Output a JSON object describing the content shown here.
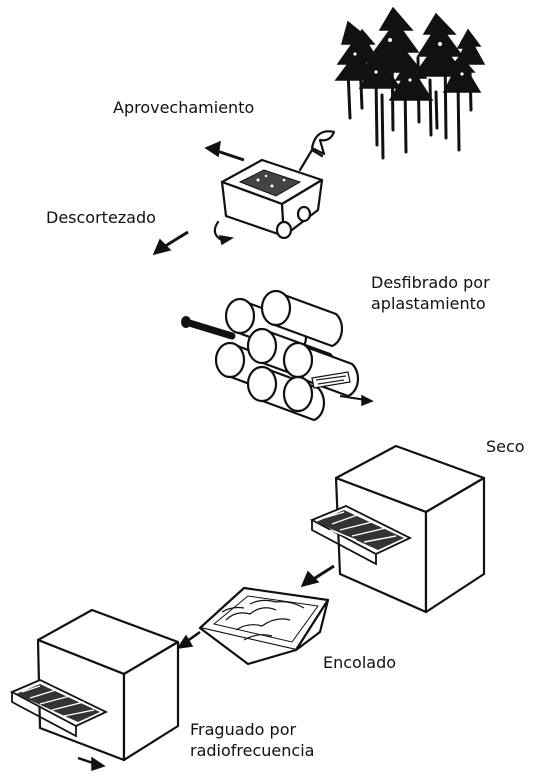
{
  "diagram": {
    "steps": [
      {
        "id": "aprovechamiento",
        "lines": [
          "Aprovechamiento"
        ]
      },
      {
        "id": "descortezado",
        "lines": [
          "Descortezado"
        ]
      },
      {
        "id": "desfibrado",
        "lines": [
          "Desfibrado por",
          "aplastamiento"
        ]
      },
      {
        "id": "seco",
        "lines": [
          "Seco"
        ]
      },
      {
        "id": "encolado",
        "lines": [
          "Encolado"
        ]
      },
      {
        "id": "fraguado",
        "lines": [
          "Fraguado por",
          "radiofrecuencia"
        ]
      }
    ]
  },
  "icons": [
    "forest-icon",
    "debarking-machine-icon",
    "roller-crusher-icon",
    "dryer-box-icon",
    "glue-tray-icon",
    "press-box-icon",
    "arrow-icon"
  ],
  "colors": {
    "ink": "#111111",
    "background": "#ffffff"
  }
}
